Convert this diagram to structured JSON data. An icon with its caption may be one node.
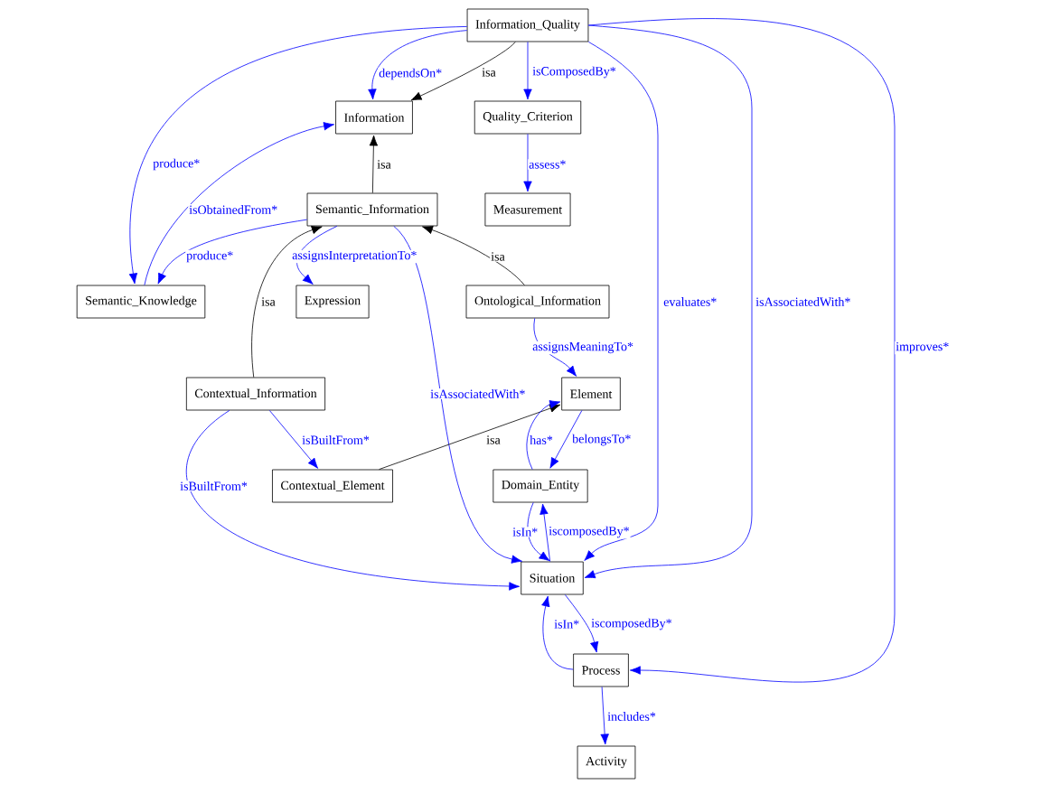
{
  "diagram": {
    "nodes": [
      {
        "text": [
          "Information_Quality"
        ]
      },
      {
        "text": [
          "Information"
        ]
      },
      {
        "text": [
          "Quality_Criterion"
        ]
      },
      {
        "text": [
          "Semantic_Information"
        ]
      },
      {
        "text": [
          "Measurement"
        ]
      },
      {
        "text": [
          "Semantic_Knowledge"
        ]
      },
      {
        "text": [
          "Expression"
        ]
      },
      {
        "text": [
          "Ontological_Information"
        ]
      },
      {
        "text": [
          "Contextual_Information"
        ]
      },
      {
        "text": [
          "Element"
        ]
      },
      {
        "text": [
          "Contextual_Element"
        ]
      },
      {
        "text": [
          "Domain_Entity"
        ]
      },
      {
        "text": [
          "Situation"
        ]
      },
      {
        "text": [
          "Process"
        ]
      },
      {
        "text": [
          "Activity"
        ]
      }
    ],
    "edges": [
      {
        "from": 0,
        "to": 1,
        "arrow": "to",
        "label": "dependsOn*"
      },
      {
        "from": 0,
        "to": 1,
        "arrow": "to",
        "label": "isa",
        "color": "#000000"
      },
      {
        "from": 0,
        "to": 2,
        "arrow": "to",
        "label": "isComposedBy*"
      },
      {
        "from": 2,
        "to": 4,
        "arrow": "to",
        "label": "assess*"
      },
      {
        "from": 0,
        "to": 5,
        "arrow": "to",
        "label": "produce*"
      },
      {
        "from": 5,
        "to": 1,
        "arrow": "to",
        "label": "isObtainedFrom*"
      },
      {
        "from": 3,
        "to": 1,
        "arrow": "to",
        "label": "isa",
        "color": "#000000"
      },
      {
        "from": 3,
        "to": 5,
        "arrow": "to",
        "label": "produce*"
      },
      {
        "from": 3,
        "to": 6,
        "arrow": "to",
        "label": "assignsInterpretationTo*"
      },
      {
        "from": 7,
        "to": 3,
        "arrow": "to",
        "label": "isa",
        "color": "#000000"
      },
      {
        "from": 8,
        "to": 3,
        "arrow": "to",
        "label": "isa",
        "color": "#000000"
      },
      {
        "from": 7,
        "to": 9,
        "arrow": "to",
        "label": "assignsMeaningTo*"
      },
      {
        "from": 3,
        "to": 12,
        "arrow": "to",
        "label": "isAssociatedWith*"
      },
      {
        "from": 0,
        "to": 12,
        "arrow": "to",
        "label": "evaluates*"
      },
      {
        "from": 0,
        "to": 12,
        "arrow": "to",
        "label": "isAssociatedWith*"
      },
      {
        "from": 0,
        "to": 13,
        "arrow": "to",
        "label": "improves*"
      },
      {
        "from": 8,
        "to": 10,
        "arrow": "to",
        "label": "isBuiltFrom*"
      },
      {
        "from": 8,
        "to": 12,
        "arrow": "to",
        "label": "isBuiltFrom*"
      },
      {
        "from": 10,
        "to": 9,
        "arrow": "to",
        "label": "isa",
        "color": "#000000"
      },
      {
        "from": 11,
        "to": 9,
        "arrow": "to",
        "label": "has*"
      },
      {
        "from": 9,
        "to": 11,
        "arrow": "to",
        "label": "belongsTo*"
      },
      {
        "from": 11,
        "to": 12,
        "arrow": "to",
        "label": "isIn*"
      },
      {
        "from": 12,
        "to": 11,
        "arrow": "to",
        "label": "iscomposedBy*"
      },
      {
        "from": 12,
        "to": 13,
        "arrow": "to",
        "label": "iscomposedBy*"
      },
      {
        "from": 13,
        "to": 12,
        "arrow": "to",
        "label": "isIn*"
      },
      {
        "from": 13,
        "to": 14,
        "arrow": "to",
        "label": "includes*"
      }
    ]
  }
}
